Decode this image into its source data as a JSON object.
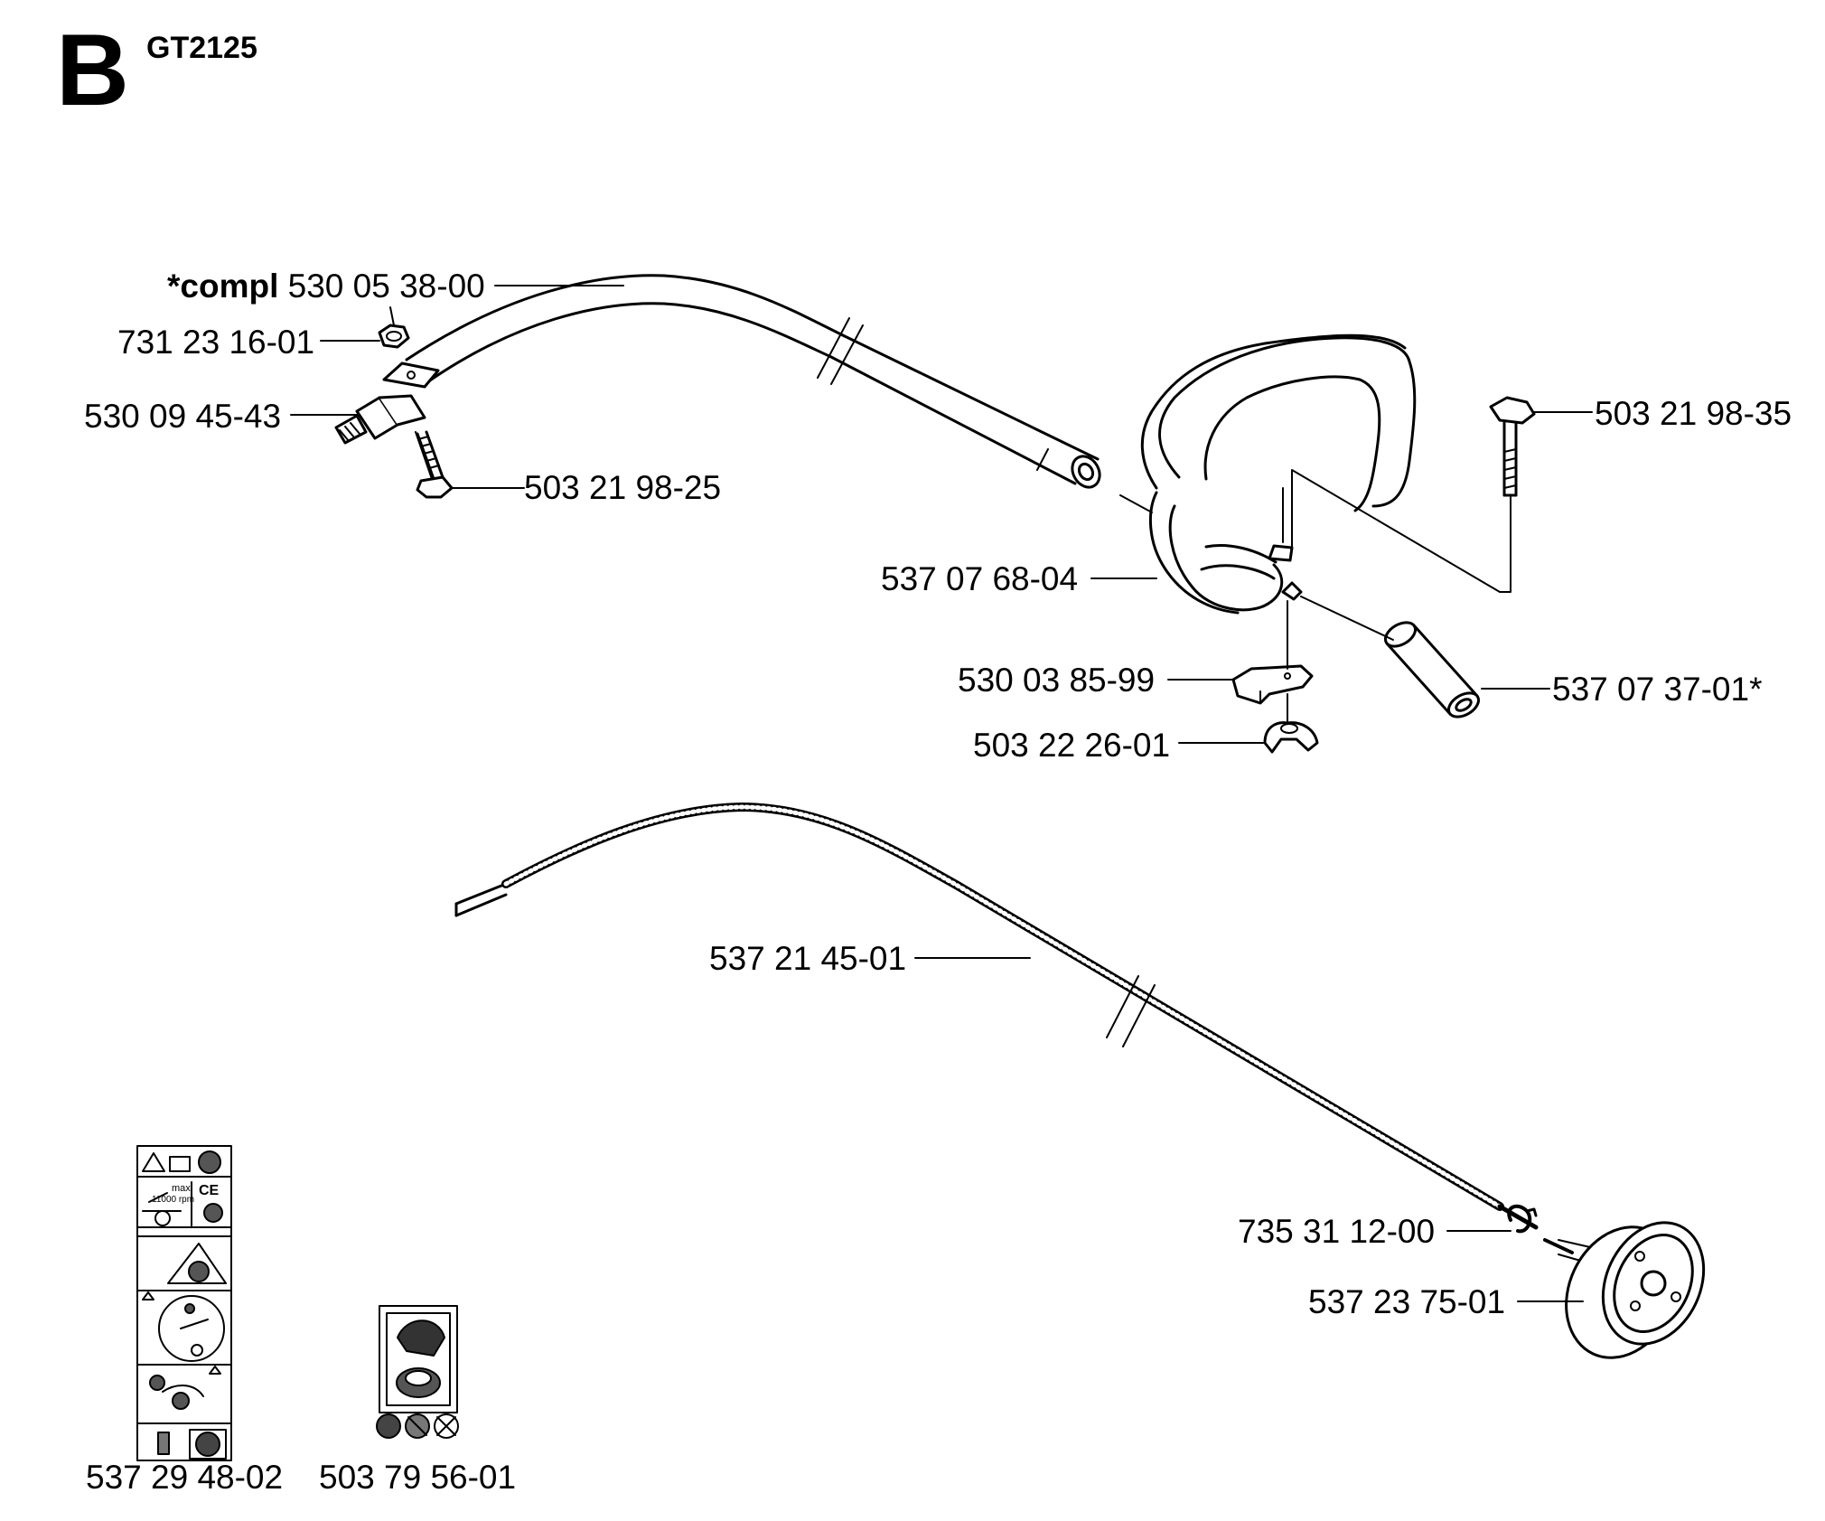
{
  "header": {
    "section_letter": "B",
    "model": "GT2125"
  },
  "callouts": {
    "shaft_compl_prefix": "*compl",
    "shaft_compl": "530 05 38-00",
    "nut": "731 23 16-01",
    "shaft_fitting": "530 09 45-43",
    "screw_left": "503 21 98-25",
    "handle": "537 07 68-04",
    "screw_right": "503 21 98-35",
    "bracket": "530 03 85-99",
    "wing_nut": "503 22 26-01",
    "sleeve": "537 07 37-01*",
    "flex_cable": "537 21 45-01",
    "retaining_ring": "735 31 12-00",
    "clutch_drum": "537 23 75-01",
    "warning_decal": "537 29 48-02",
    "trimmer_head_decal": "503 79 56-01"
  },
  "decals": {
    "max_label": "max",
    "rpm_label": "11000 rpm",
    "ce_mark": "CE"
  }
}
